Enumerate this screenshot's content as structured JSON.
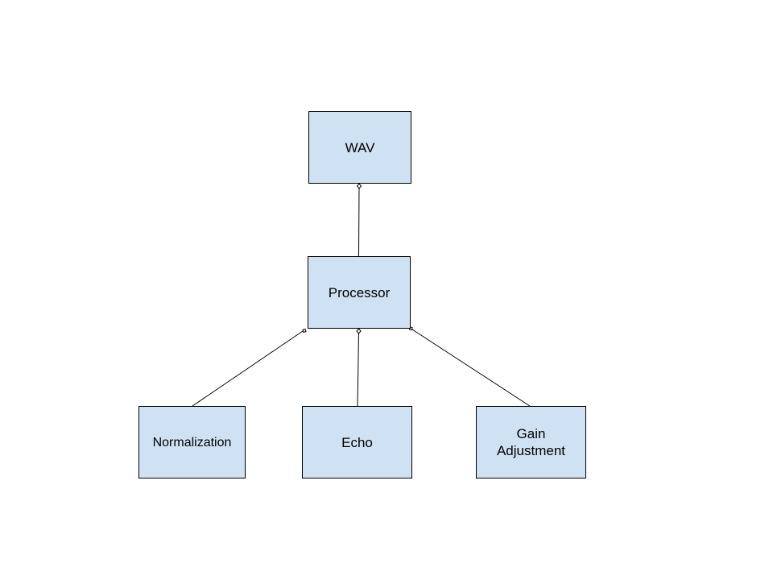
{
  "diagram": {
    "nodes": [
      {
        "id": "wav",
        "label": "WAV"
      },
      {
        "id": "processor",
        "label": "Processor"
      },
      {
        "id": "normalization",
        "label": "Normalization"
      },
      {
        "id": "echo",
        "label": "Echo"
      },
      {
        "id": "gain",
        "label": "Gain Adjustment"
      }
    ],
    "edges": [
      {
        "from": "processor",
        "to": "wav",
        "end_marker": "small-diamond"
      },
      {
        "from": "normalization",
        "to": "processor",
        "end_marker": "small-diamond"
      },
      {
        "from": "echo",
        "to": "processor",
        "end_marker": "small-diamond"
      },
      {
        "from": "gain",
        "to": "processor",
        "end_marker": "small-diamond"
      }
    ],
    "colors": {
      "node_fill": "#cfe2f3",
      "node_border": "#000000",
      "edge": "#000000",
      "background": "#ffffff"
    }
  }
}
